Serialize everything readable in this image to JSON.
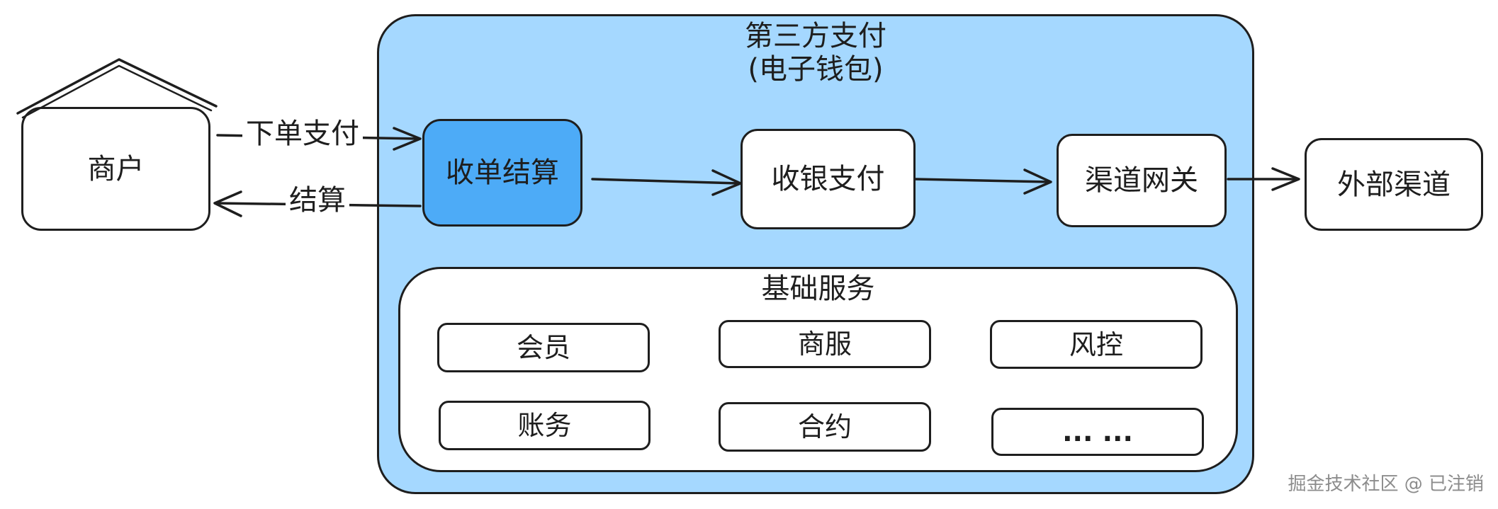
{
  "colors": {
    "platform_fill": "#a5d8ff",
    "highlight_fill": "#4dabf7",
    "node_fill": "#ffffff",
    "stroke": "#1e1e1e",
    "watermark": "#8c8c8c"
  },
  "merchant": {
    "label": "商户"
  },
  "flows": {
    "order_payment": "下单支付",
    "settlement": "结算"
  },
  "platform": {
    "title": "第三方支付",
    "subtitle": "(电子钱包)",
    "acquiring": "收单结算",
    "cashier": "收银支付",
    "gateway": "渠道网关"
  },
  "external_channel": {
    "label": "外部渠道"
  },
  "base_services": {
    "title": "基础服务",
    "items": [
      "会员",
      "商服",
      "风控",
      "账务",
      "合约",
      "... ..."
    ]
  },
  "watermark": "掘金技术社区 @ 已注销"
}
